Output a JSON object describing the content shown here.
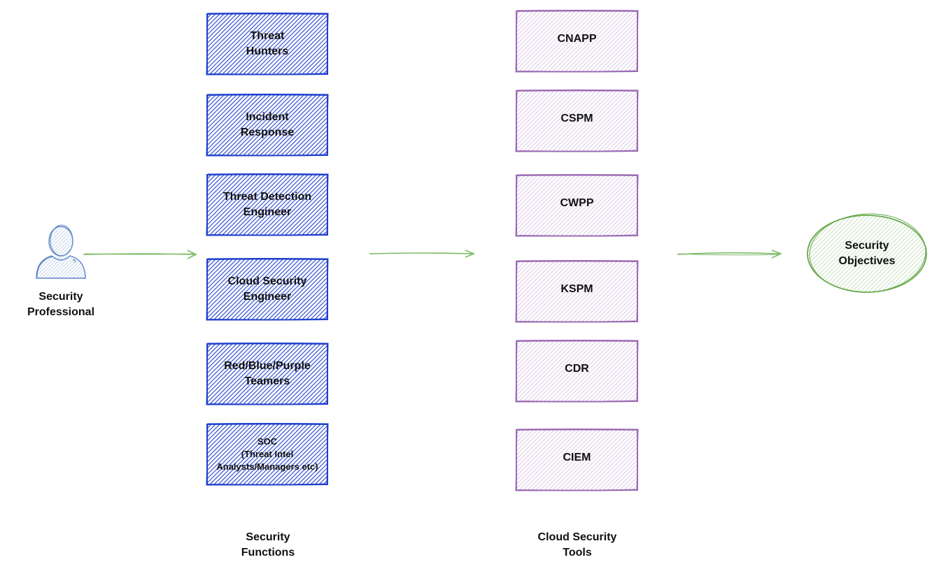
{
  "title": "Security Professional to Security Objectives flow",
  "actor": {
    "label": "Security\nProfessional",
    "icon": "person-icon"
  },
  "functions": {
    "caption": "Security\nFunctions",
    "color": "#1f3fcc",
    "items": [
      {
        "label": "Threat\nHunters"
      },
      {
        "label": "Incident\nResponse"
      },
      {
        "label": "Threat Detection\nEngineer"
      },
      {
        "label": "Cloud Security\nEngineer"
      },
      {
        "label": "Red/Blue/Purple\nTeamers"
      },
      {
        "label": "SOC\n(Threat Intel\nAnalysts/Managers etc)"
      }
    ]
  },
  "tools": {
    "caption": "Cloud Security\nTools",
    "color": "#9c6bb5",
    "items": [
      {
        "label": "CNAPP"
      },
      {
        "label": "CSPM"
      },
      {
        "label": "CWPP"
      },
      {
        "label": "KSPM"
      },
      {
        "label": "CDR"
      },
      {
        "label": "CIEM"
      }
    ]
  },
  "objective": {
    "label": "Security\nObjectives",
    "color": "#6aaa4f"
  },
  "arrow_color": "#7dba67",
  "actor_color": "#5d86c6"
}
